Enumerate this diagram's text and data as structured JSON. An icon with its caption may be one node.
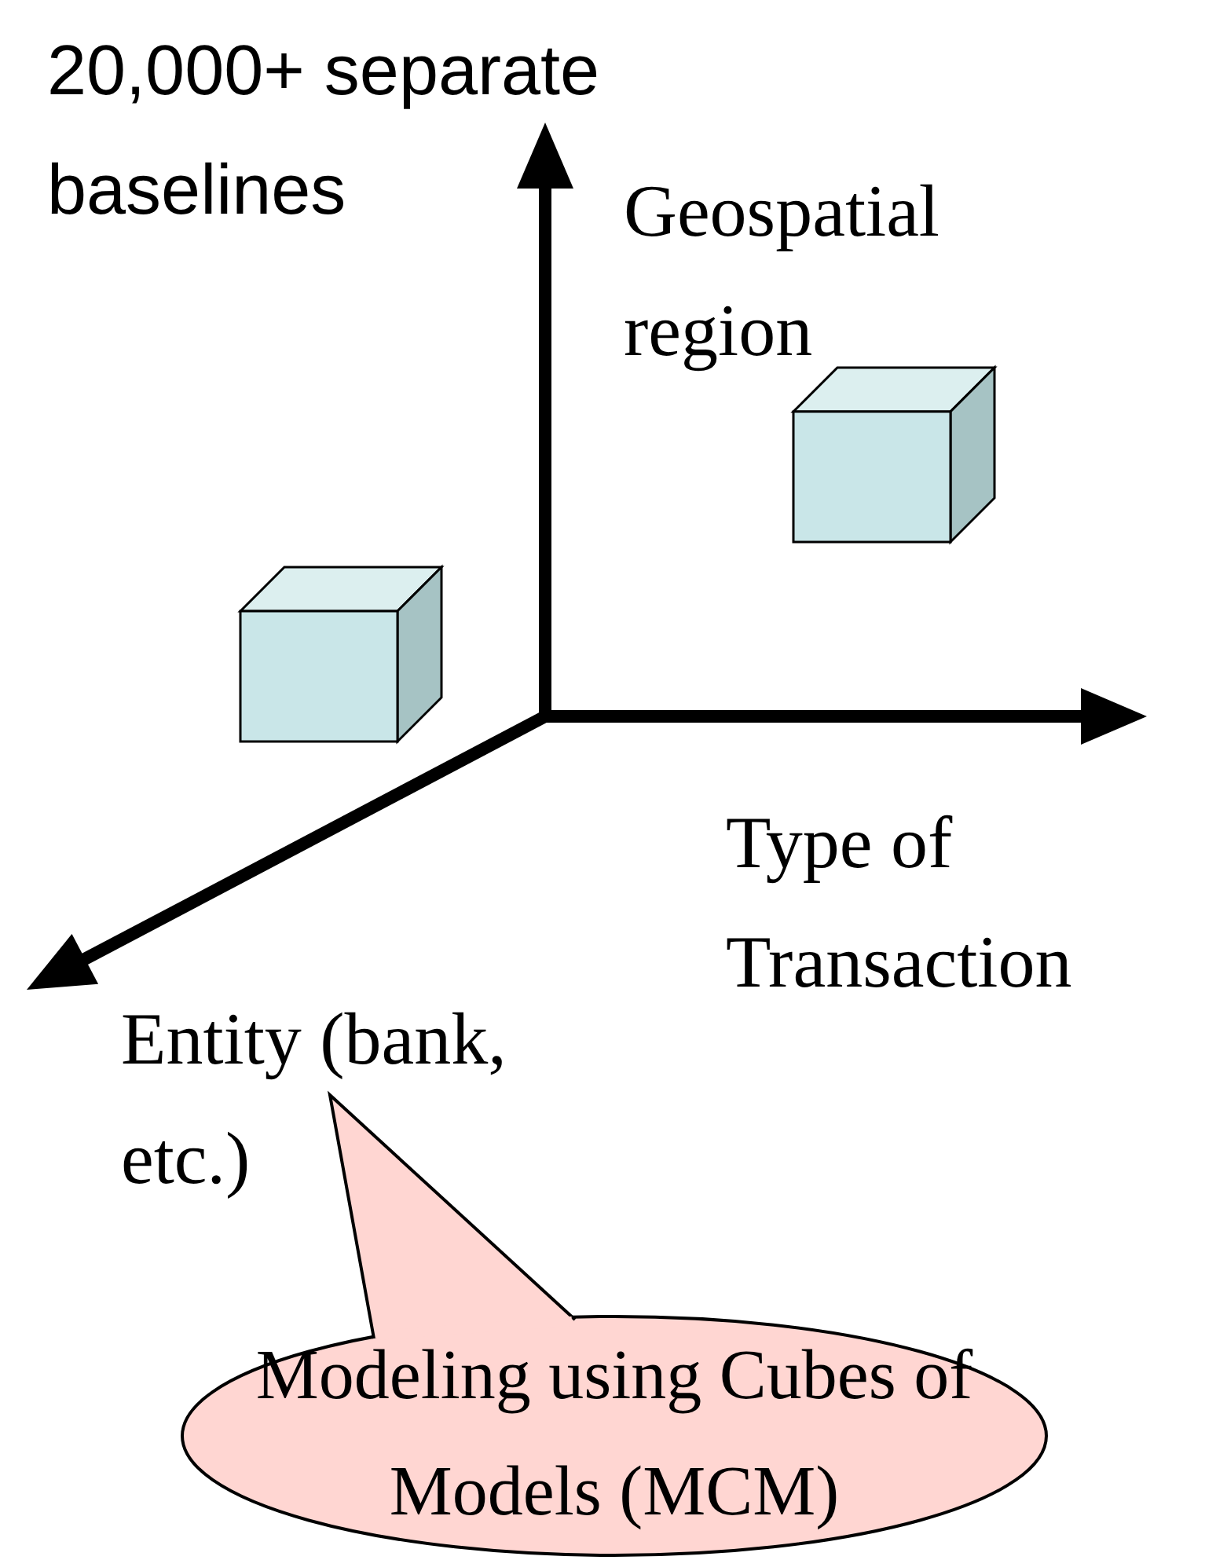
{
  "diagram": {
    "nodes": [
      {
        "text": [
          "Modeling using Cubes of Models (MCM)"
        ]
      }
    ],
    "labels": [
      "20,000+ separate baselines",
      "Geospatial region",
      "Type of Transaction",
      "Entity (bank, etc.)"
    ]
  }
}
